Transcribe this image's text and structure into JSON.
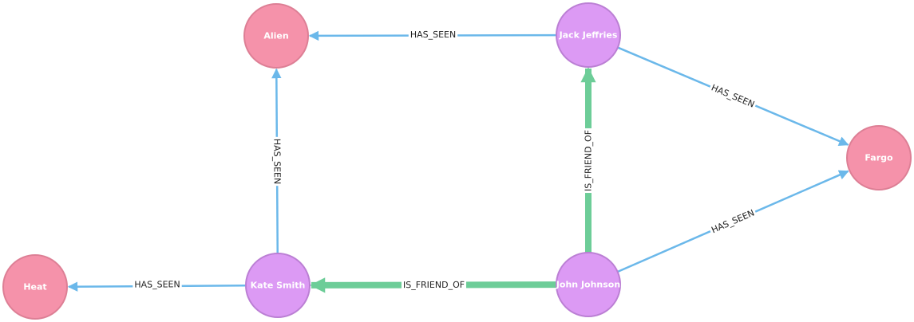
{
  "colors": {
    "movie_fill": "#f592aa",
    "movie_stroke": "#dd7f95",
    "person_fill": "#dc9af4",
    "person_stroke": "#bb7fd4",
    "has_seen_edge": "#6bb8ea",
    "friend_edge": "#6dcd98",
    "label_text": "#ffffff",
    "edge_text": "#222222"
  },
  "nodes": [
    {
      "id": "alien",
      "label": "Alien",
      "kind": "movie"
    },
    {
      "id": "jack",
      "label": "Jack Jeffries",
      "kind": "person"
    },
    {
      "id": "fargo",
      "label": "Fargo",
      "kind": "movie"
    },
    {
      "id": "heat",
      "label": "Heat",
      "kind": "movie"
    },
    {
      "id": "kate",
      "label": "Kate Smith",
      "kind": "person"
    },
    {
      "id": "john",
      "label": "John Johnson",
      "kind": "person"
    }
  ],
  "edges": [
    {
      "id": "jack-alien",
      "source": "jack",
      "target": "alien",
      "label": "HAS_SEEN",
      "kind": "has_seen"
    },
    {
      "id": "jack-fargo",
      "source": "jack",
      "target": "fargo",
      "label": "HAS_SEEN",
      "kind": "has_seen"
    },
    {
      "id": "kate-alien",
      "source": "kate",
      "target": "alien",
      "label": "HAS_SEEN",
      "kind": "has_seen"
    },
    {
      "id": "kate-heat",
      "source": "kate",
      "target": "heat",
      "label": "HAS_SEEN",
      "kind": "has_seen"
    },
    {
      "id": "john-fargo",
      "source": "john",
      "target": "fargo",
      "label": "HAS_SEEN",
      "kind": "has_seen"
    },
    {
      "id": "john-jack",
      "source": "john",
      "target": "jack",
      "label": "IS_FRIEND_OF",
      "kind": "friend"
    },
    {
      "id": "john-kate",
      "source": "john",
      "target": "kate",
      "label": "IS_FRIEND_OF",
      "kind": "friend"
    }
  ]
}
